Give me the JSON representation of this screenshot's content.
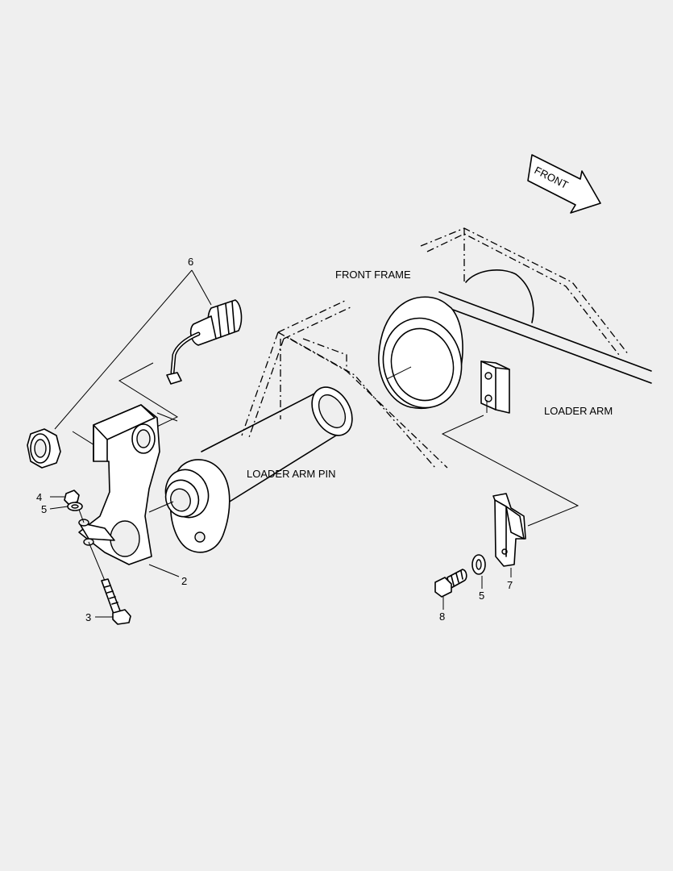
{
  "labels": {
    "front": "FRONT",
    "front_frame": "FRONT FRAME",
    "loader_arm": "LOADER ARM",
    "loader_arm_pin": "LOADER ARM PIN"
  },
  "callouts": {
    "n2": "2",
    "n3": "3",
    "n4": "4",
    "n5a": "5",
    "n5b": "5",
    "n6": "6",
    "n7": "7",
    "n8": "8"
  }
}
